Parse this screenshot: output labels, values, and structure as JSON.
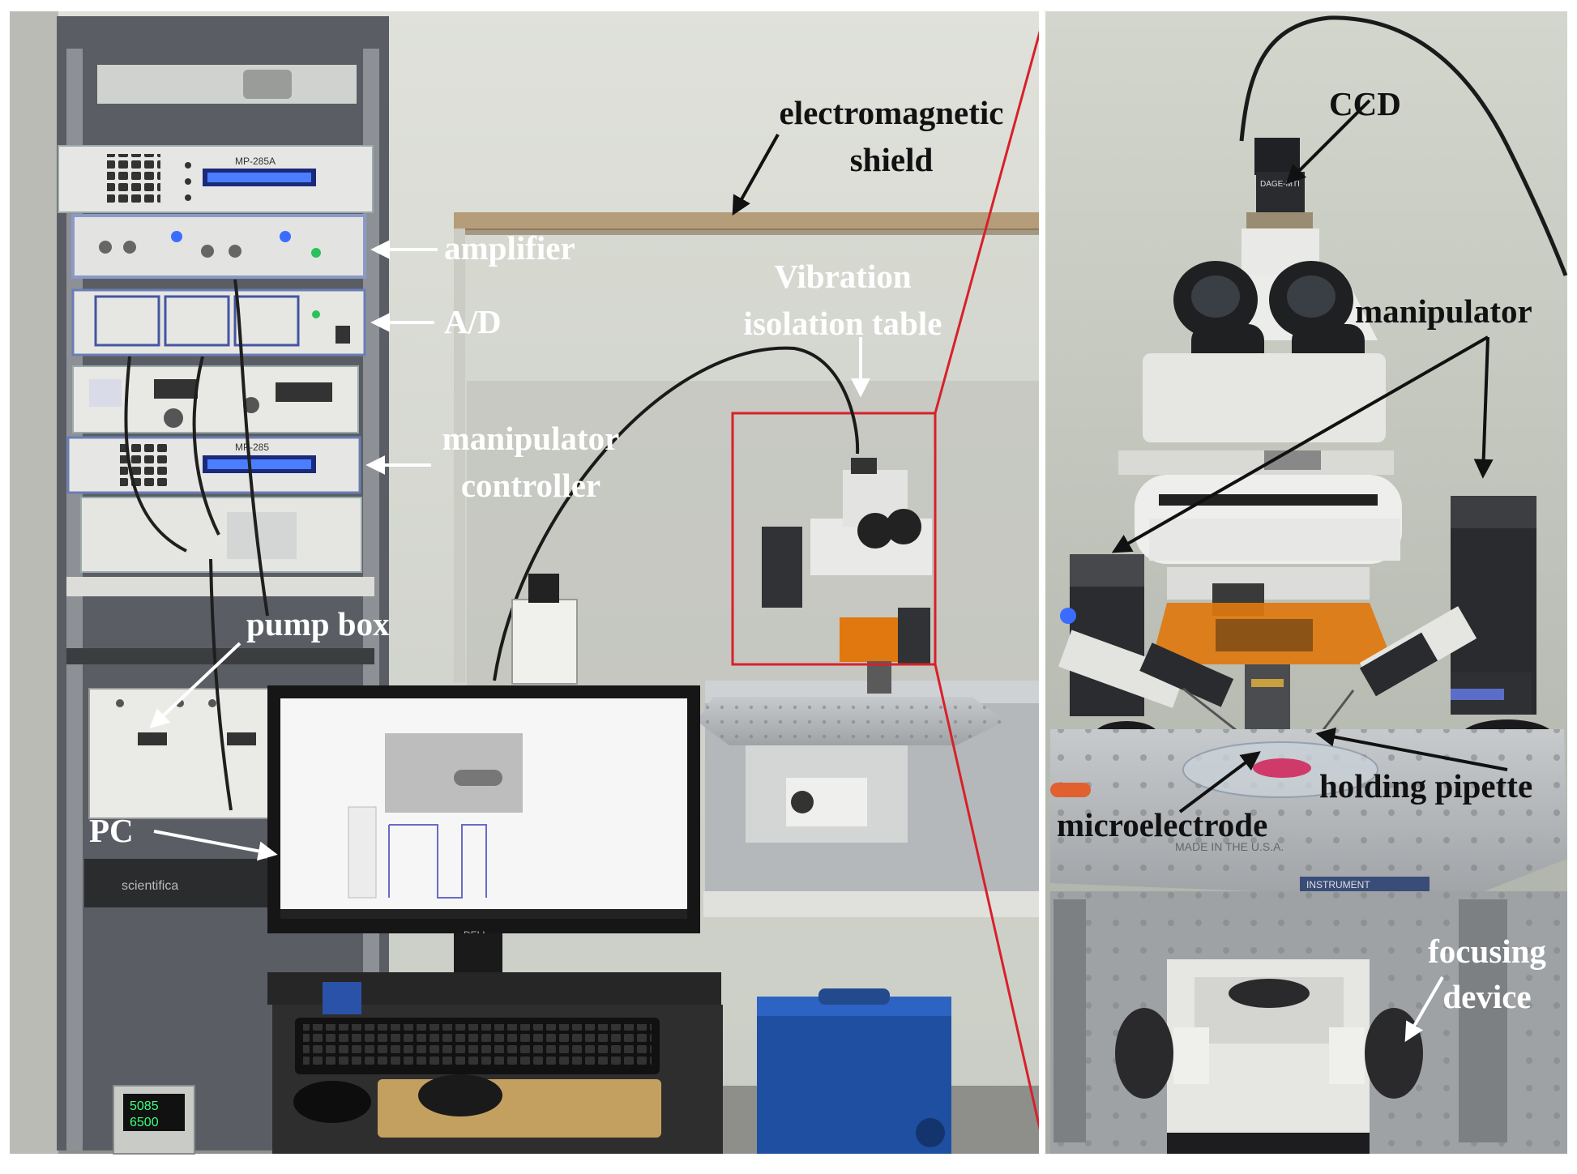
{
  "labels": {
    "electromagnetic_shield": [
      "electromagnetic",
      "shield"
    ],
    "amplifier": "amplifier",
    "ad": "A/D",
    "manipulator_controller": [
      "manipulator",
      "controller"
    ],
    "vibration_isolation_table": [
      "Vibration",
      "isolation table"
    ],
    "pump_box": "pump box",
    "pc": "PC",
    "ccd": "CCD",
    "manipulator": "manipulator",
    "holding_pipette": "holding pipette",
    "microelectrode": "microelectrode",
    "focusing_device": [
      "focusing",
      "device"
    ]
  },
  "equipment_text": {
    "mp285a": "MP-285A",
    "mp285": "MP-285",
    "scientifica": "scientifica",
    "dell": "DELL",
    "dage": "DAGE-MTI",
    "reading1": "5085",
    "reading2": "6500",
    "instrument": "INSTRUMENT",
    "made_in": "MADE IN THE U.S.A."
  },
  "colors": {
    "wall": "#d9dbd3",
    "rack": "#50545a",
    "panel": "#e2e3df",
    "display": "#2b5de8",
    "led": "#3a6dff",
    "microscope": "#e8e8e6",
    "orange_shield": "#e0780f",
    "table_metal": "#b8bcc0",
    "red_frame": "#d8202a",
    "blue_case": "#1f4fa0",
    "arrow_dark": "#111111",
    "arrow_light": "#ffffff"
  }
}
